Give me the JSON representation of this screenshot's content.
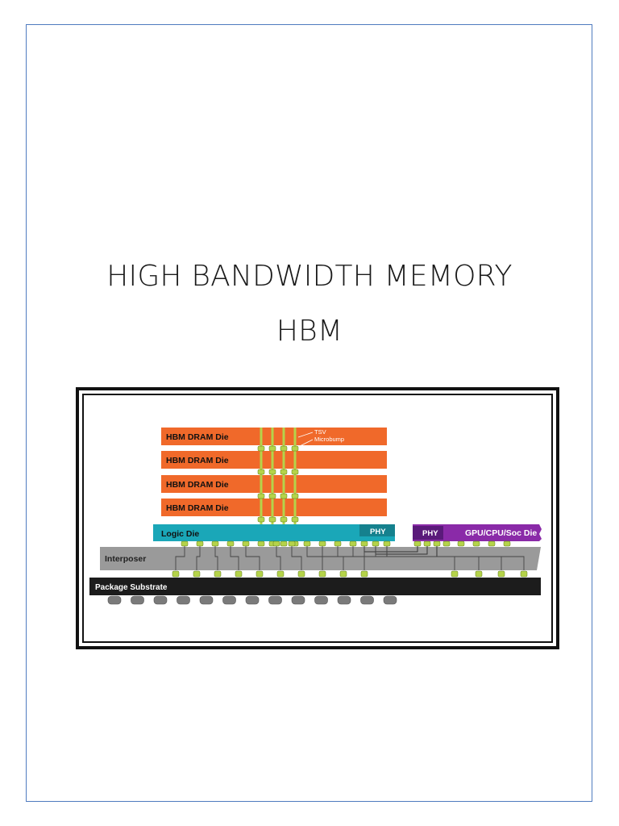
{
  "document": {
    "title_line1": "HIGH BANDWIDTH MEMORY",
    "title_line2": "HBM"
  },
  "diagram": {
    "dram_labels": [
      "HBM DRAM Die",
      "HBM DRAM Die",
      "HBM DRAM Die",
      "HBM DRAM Die"
    ],
    "tsv_label": "TSV",
    "microbump_label": "Microbump",
    "logic_die_label": "Logic Die",
    "phy_label_logic": "PHY",
    "phy_label_gpu": "PHY",
    "gpu_label": "GPU/CPU/Soc Die",
    "interposer_label": "Interposer",
    "substrate_label": "Package Substrate",
    "colors": {
      "dram": "#f0692a",
      "logic": "#1aa7b8",
      "phy_logic": "#15818e",
      "gpu": "#8a2aa8",
      "phy_gpu": "#5a1a7a",
      "interposer": "#9a9a9a",
      "substrate": "#1c1c1c",
      "bump": "#b5d34a",
      "ball": "#7a7a7a",
      "border": "#111111"
    }
  }
}
